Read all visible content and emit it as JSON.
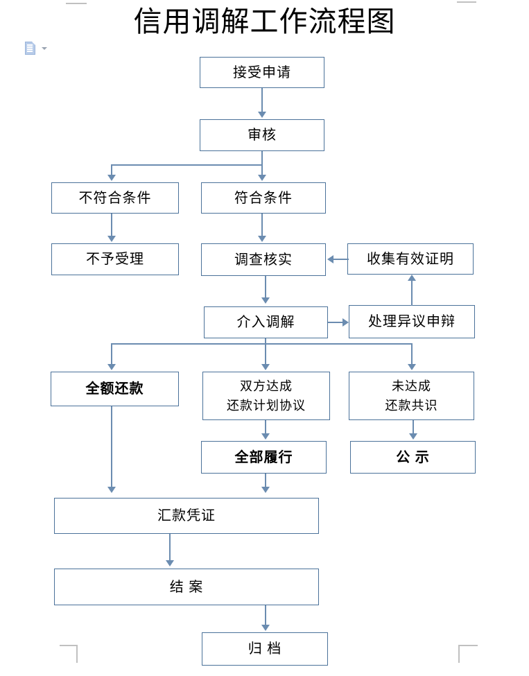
{
  "document": {
    "title": "信用调解工作流程图"
  },
  "paste_options": {
    "icon": "paste-document-icon",
    "caret": "chevron-down-icon"
  },
  "colors": {
    "box_border": "#4a7199",
    "connector": "#6b8cb0",
    "margin_mark": "#c0c0c0",
    "paste_icon": "#b8cce9",
    "text": "#000000",
    "background": "#ffffff"
  },
  "flowchart": {
    "nodes": [
      {
        "id": "accept-application",
        "label": "接受申请",
        "line1": "接受申请",
        "line2": ""
      },
      {
        "id": "review",
        "label": "审核",
        "line1": "审核",
        "line2": ""
      },
      {
        "id": "not-meet-conditions",
        "label": "不符合条件",
        "line1": "不符合条件",
        "line2": ""
      },
      {
        "id": "meet-conditions",
        "label": "符合条件",
        "line1": "符合条件",
        "line2": ""
      },
      {
        "id": "not-accepted",
        "label": "不予受理",
        "line1": "不予受理",
        "line2": ""
      },
      {
        "id": "investigate-verify",
        "label": "调查核实",
        "line1": "调查核实",
        "line2": ""
      },
      {
        "id": "collect-valid-proof",
        "label": "收集有效证明",
        "line1": "收集有效证明",
        "line2": ""
      },
      {
        "id": "intervene-mediation",
        "label": "介入调解",
        "line1": "介入调解",
        "line2": ""
      },
      {
        "id": "handle-objection",
        "label": "处理异议申辩",
        "line1": "处理异议申辩",
        "line2": ""
      },
      {
        "id": "full-repayment",
        "label": "全额还款",
        "line1": "全额还款",
        "line2": ""
      },
      {
        "id": "agreement-reached",
        "label": "双方达成还款计划协议",
        "line1": "双方达成",
        "line2": "还款计划协议"
      },
      {
        "id": "no-consensus",
        "label": "未达成还款共识",
        "line1": "未达成",
        "line2": "还款共识"
      },
      {
        "id": "fully-performed",
        "label": "全部履行",
        "line1": "全部履行",
        "line2": ""
      },
      {
        "id": "public-notice",
        "label": "公 示",
        "line1": "公 示",
        "line2": ""
      },
      {
        "id": "remittance-voucher",
        "label": "汇款凭证",
        "line1": "汇款凭证",
        "line2": ""
      },
      {
        "id": "case-closed",
        "label": "结 案",
        "line1": "结 案",
        "line2": ""
      },
      {
        "id": "archive",
        "label": "归 档",
        "line1": "归 档",
        "line2": ""
      }
    ]
  }
}
